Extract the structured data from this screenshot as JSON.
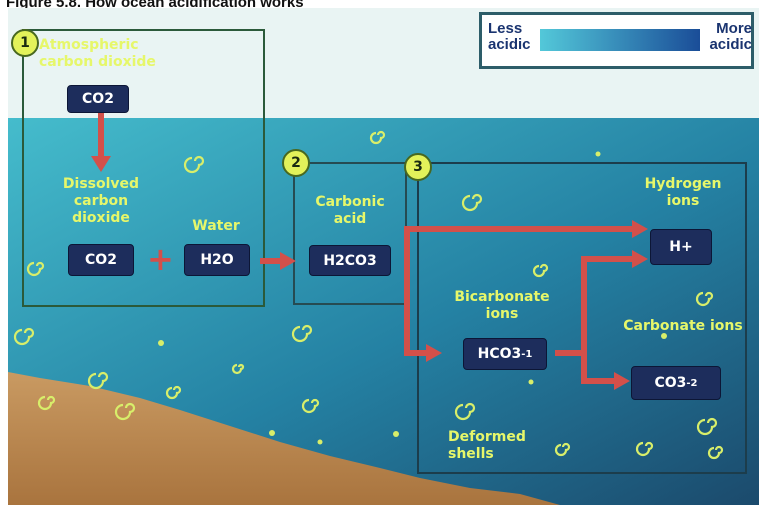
{
  "caption": "Figure 5.8. How ocean acidification works",
  "legend": {
    "less": "Less acidic",
    "more": "More acidic",
    "colors": [
      "#53c8d9",
      "#1a4d98"
    ]
  },
  "step1": {
    "number": "1",
    "title": "Atmospheric carbon dioxide",
    "co2_air": "CO2",
    "dissolved_label": "Dissolved carbon dioxide",
    "co2_water": "CO2",
    "water_label": "Water",
    "h2o": "H2O"
  },
  "step2": {
    "number": "2",
    "title": "Carbonic acid",
    "h2co3": "H2CO3"
  },
  "step3": {
    "number": "3",
    "hydrogen_label": "Hydrogen ions",
    "h_plus": "H+",
    "bicarbonate_label": "Bicarbonate ions",
    "hco3": "HCO3",
    "hco3_charge": "-1",
    "carbonate_label": "Carbonate ions",
    "co3": "CO3",
    "co3_charge": "-2",
    "deformed_label": "Deformed shells"
  },
  "colors": {
    "sky": "#e9f4f3",
    "ocean_top": "#3fb3c4",
    "ocean_bottom": "#1c4b6b",
    "seafloor": "#c08b52",
    "arrow": "#d3504a",
    "label": "#e6f76a",
    "ion_box": "#1d2d5c"
  }
}
